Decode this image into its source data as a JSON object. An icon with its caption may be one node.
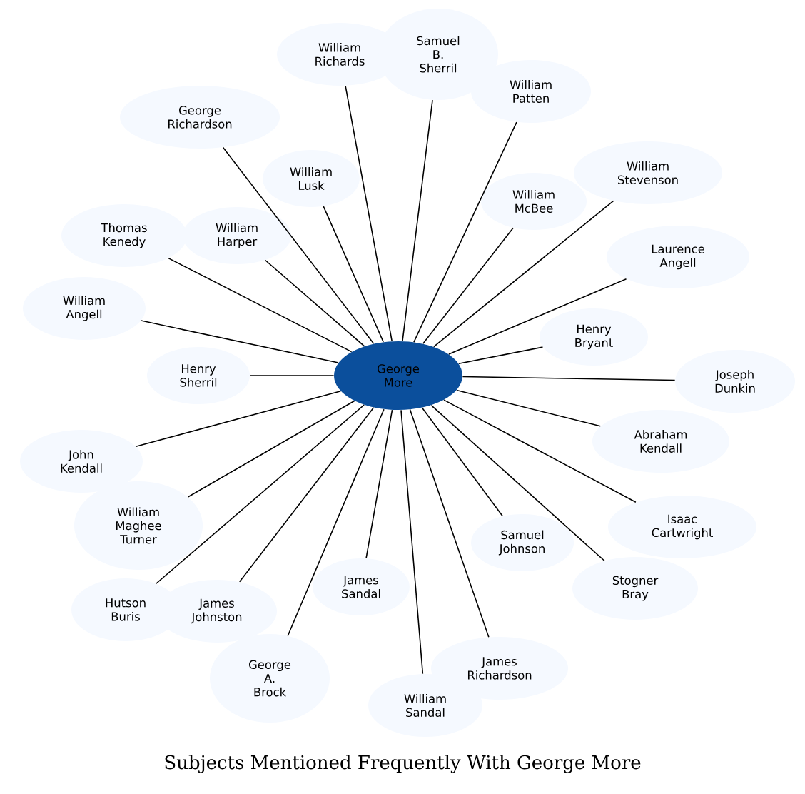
{
  "diagram": {
    "caption": "Subjects Mentioned Frequently With George More",
    "nodes": [
      {
        "text": [
          "William Richards"
        ]
      },
      {
        "text": [
          "Samuel B. Sherril"
        ]
      },
      {
        "text": [
          "William Patten"
        ]
      },
      {
        "text": [
          "George Richardson"
        ]
      },
      {
        "text": [
          "William Stevenson"
        ]
      },
      {
        "text": [
          "William McBee"
        ]
      },
      {
        "text": [
          "Thomas Kenedy"
        ]
      },
      {
        "text": [
          "William Lusk"
        ]
      },
      {
        "text": [
          "William Harper"
        ]
      },
      {
        "text": [
          "Laurence Angell"
        ]
      },
      {
        "text": [
          "William Angell"
        ]
      },
      {
        "text": [
          "Henry Bryant"
        ]
      },
      {
        "text": [
          "Henry Sherril"
        ]
      },
      {
        "text": [
          "Joseph Dunkin"
        ]
      },
      {
        "text": [
          "George More"
        ]
      },
      {
        "text": [
          "John Kendall"
        ]
      },
      {
        "text": [
          "Abraham Kendall"
        ]
      },
      {
        "text": [
          "William Maghee Turner"
        ]
      },
      {
        "text": [
          "Isaac Cartwright"
        ]
      },
      {
        "text": [
          "Samuel Johnson"
        ]
      },
      {
        "text": [
          "Hutson Buris"
        ]
      },
      {
        "text": [
          "James Johnston"
        ]
      },
      {
        "text": [
          "James Sandal"
        ]
      },
      {
        "text": [
          "Stogner Bray"
        ]
      },
      {
        "text": [
          "James Richardson"
        ]
      },
      {
        "text": [
          "George A. Brock"
        ]
      },
      {
        "text": [
          "William Sandal"
        ]
      }
    ],
    "edges": [
      {
        "from": 14,
        "to": 0,
        "arrow": "none"
      },
      {
        "from": 14,
        "to": 1,
        "arrow": "none"
      },
      {
        "from": 14,
        "to": 2,
        "arrow": "none"
      },
      {
        "from": 14,
        "to": 3,
        "arrow": "none"
      },
      {
        "from": 14,
        "to": 4,
        "arrow": "none"
      },
      {
        "from": 14,
        "to": 5,
        "arrow": "none"
      },
      {
        "from": 14,
        "to": 6,
        "arrow": "none"
      },
      {
        "from": 14,
        "to": 7,
        "arrow": "none"
      },
      {
        "from": 14,
        "to": 8,
        "arrow": "none"
      },
      {
        "from": 14,
        "to": 9,
        "arrow": "none"
      },
      {
        "from": 14,
        "to": 10,
        "arrow": "none"
      },
      {
        "from": 14,
        "to": 11,
        "arrow": "none"
      },
      {
        "from": 14,
        "to": 12,
        "arrow": "none"
      },
      {
        "from": 14,
        "to": 13,
        "arrow": "none"
      },
      {
        "from": 14,
        "to": 15,
        "arrow": "none"
      },
      {
        "from": 14,
        "to": 16,
        "arrow": "none"
      },
      {
        "from": 14,
        "to": 17,
        "arrow": "none"
      },
      {
        "from": 14,
        "to": 18,
        "arrow": "none"
      },
      {
        "from": 14,
        "to": 19,
        "arrow": "none"
      },
      {
        "from": 14,
        "to": 20,
        "arrow": "none"
      },
      {
        "from": 14,
        "to": 21,
        "arrow": "none"
      },
      {
        "from": 14,
        "to": 22,
        "arrow": "none"
      },
      {
        "from": 14,
        "to": 23,
        "arrow": "none"
      },
      {
        "from": 14,
        "to": 24,
        "arrow": "none"
      },
      {
        "from": 14,
        "to": 25,
        "arrow": "none"
      },
      {
        "from": 14,
        "to": 26,
        "arrow": "none"
      }
    ]
  }
}
